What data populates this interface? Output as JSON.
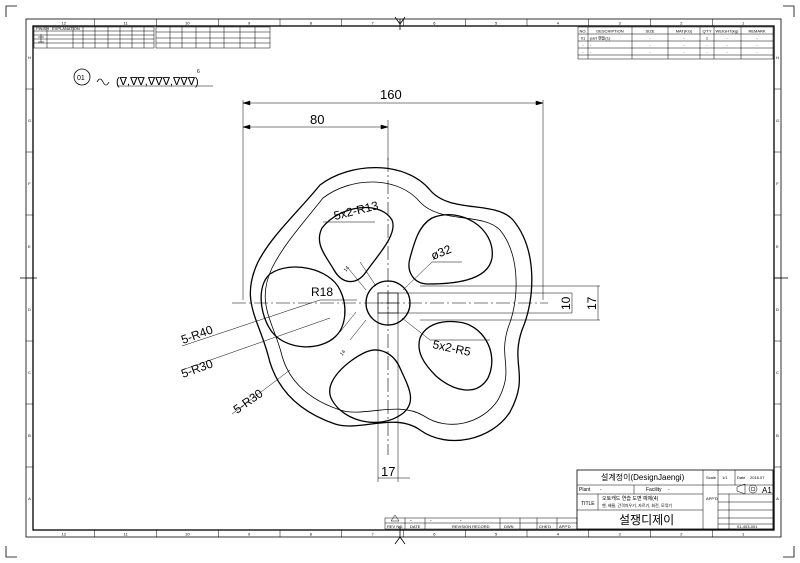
{
  "surface_symbol": {
    "item_no": "01",
    "text": "(∇,∇∇,∇∇∇,∇∇∇)",
    "superscript": "6"
  },
  "dimensions": {
    "overall_width": "160",
    "half_width": "80",
    "groove_radius": "5x2-R13",
    "hub_dia": "ø32",
    "keyway_width": "14",
    "center_radius": "R18",
    "outer_radius": "5-R40",
    "lobe_radius": "5-R30",
    "lobe_radius_2": "5-R30",
    "fillet": "5x2-R5",
    "key_height": "10",
    "hub_height": "17",
    "bottom_width": "17",
    "keyway_width_2": "14"
  },
  "parts_list": {
    "headers": [
      "NO.",
      "DESCRIPTION",
      "SIZE",
      "MAT(KG)",
      "Q'TY",
      "WEIGHT(kg)",
      "REMARK"
    ],
    "rows": [
      [
        "01",
        "part 핸들(1)",
        "-",
        "-",
        "1",
        "-",
        "-"
      ],
      [
        "-",
        "-",
        "-",
        "-",
        "-",
        "-",
        "-"
      ],
      [
        "-",
        "-",
        "-",
        "-",
        "-",
        "-",
        "-"
      ]
    ]
  },
  "title_block": {
    "company": "설계정이(DesignJaengi)",
    "plant_label": "Plant",
    "plant_value": "-",
    "facility_label": "Facility",
    "facility_value": "-",
    "title_label": "TITLE",
    "title_line1": "오토캐드 연습 도면 예제(4)",
    "title_line2": "핸, 배율, 간격띄우기, 자르기, 회전, 모깎기",
    "signature": "설쟁디제이",
    "scale_label": "Scale",
    "scale_value": "1/1",
    "date_label": "Date",
    "date_value": "2016.07",
    "size_label": "A1",
    "dwn_label": "APP'D",
    "drawing_no": "01-403-001"
  },
  "revision_block": {
    "rev_no_label": "REV NO.",
    "date_label": "DATE",
    "record_label": "REVISION RECORD",
    "dwn_label": "DWN",
    "chkd_label": "CHK'D",
    "appd_label": "APP'D",
    "rev_value": "-",
    "date_value": "-",
    "record_value": "-"
  },
  "border_zones": {
    "columns": [
      "12",
      "11",
      "10",
      "9",
      "8",
      "7",
      "6",
      "5",
      "4",
      "3",
      "2",
      "1"
    ],
    "rows": [
      "H",
      "G",
      "F",
      "E",
      "D",
      "C",
      "B",
      "A"
    ]
  }
}
